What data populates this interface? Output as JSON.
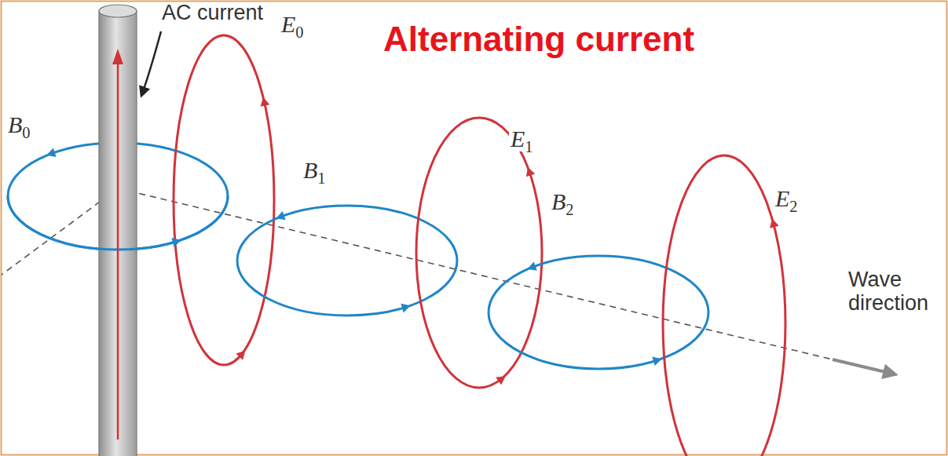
{
  "diagram": {
    "title": "Alternating current",
    "labels": [
      "AC current",
      "B0",
      "E0",
      "B1",
      "E1",
      "B2",
      "E2",
      "Wave direction"
    ]
  }
}
